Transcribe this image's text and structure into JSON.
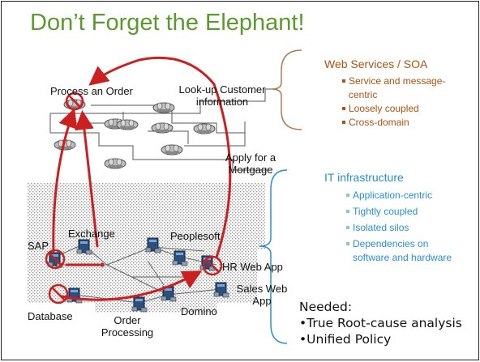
{
  "slide": {
    "title": "Don’t Forget the Elephant!"
  },
  "business_layer": {
    "process_order": "Process an Order",
    "lookup_customer": [
      "Look-up Customer",
      "information"
    ],
    "apply_mortgage": [
      "Apply for a",
      "Mortgage"
    ]
  },
  "infra_layer": {
    "sap": "SAP",
    "exchange": "Exchange",
    "peoplesoft": "Peoplesoft",
    "hr_web_app": "HR Web App",
    "sales_web_app": [
      "Sales Web",
      "App"
    ],
    "database": "Database",
    "domino": "Domino",
    "order_processing": [
      "Order",
      "Processing"
    ]
  },
  "web_services": {
    "heading": "Web Services / SOA",
    "bullets": [
      [
        "Service and message-",
        "centric"
      ],
      [
        "Loosely coupled"
      ],
      [
        "Cross-domain"
      ]
    ]
  },
  "it_infrastructure": {
    "heading": "IT infrastructure",
    "bullets": [
      [
        "Application-centric"
      ],
      [
        "Tightly coupled"
      ],
      [
        "Isolated silos"
      ],
      [
        "Dependencies on",
        "software and hardware"
      ]
    ]
  },
  "needed": {
    "heading": "Needed:",
    "items": [
      "True Root-cause analysis",
      "Unified Policy"
    ]
  },
  "colors": {
    "title": "#5c9a2f",
    "web_services": "#b0520f",
    "it_infrastructure": "#2a8fd0",
    "arrows": "#cc1f1f"
  }
}
